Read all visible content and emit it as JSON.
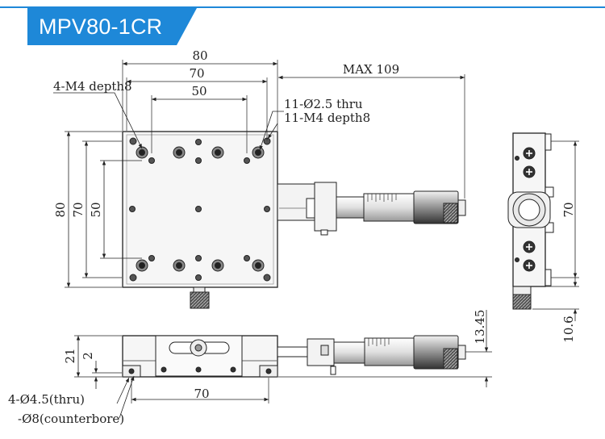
{
  "title": "MPV80-1CR",
  "colors": {
    "banner": "#1e88d8",
    "line": "#222222",
    "metal_light": "#eeeeee",
    "metal_dark": "#444444"
  },
  "top_view": {
    "width_80": "80",
    "width_70": "70",
    "width_50": "50",
    "max_travel": "MAX 109",
    "note_tapped_4": "4-M4 depth8",
    "note_holes_11": "11-Ø2.5 thru",
    "note_tapped_11": "11-M4 depth8",
    "height_80": "80",
    "height_70": "70",
    "height_50": "50"
  },
  "side_view": {
    "height_70": "70",
    "dim_10_6": "10.6"
  },
  "front_view": {
    "height_21": "21",
    "height_2": "2",
    "dim_13_45": "13.45",
    "spacing_70": "70",
    "note_thru": "4-Ø4.5(thru)",
    "note_counterbore": "-Ø8(counterbore)"
  }
}
